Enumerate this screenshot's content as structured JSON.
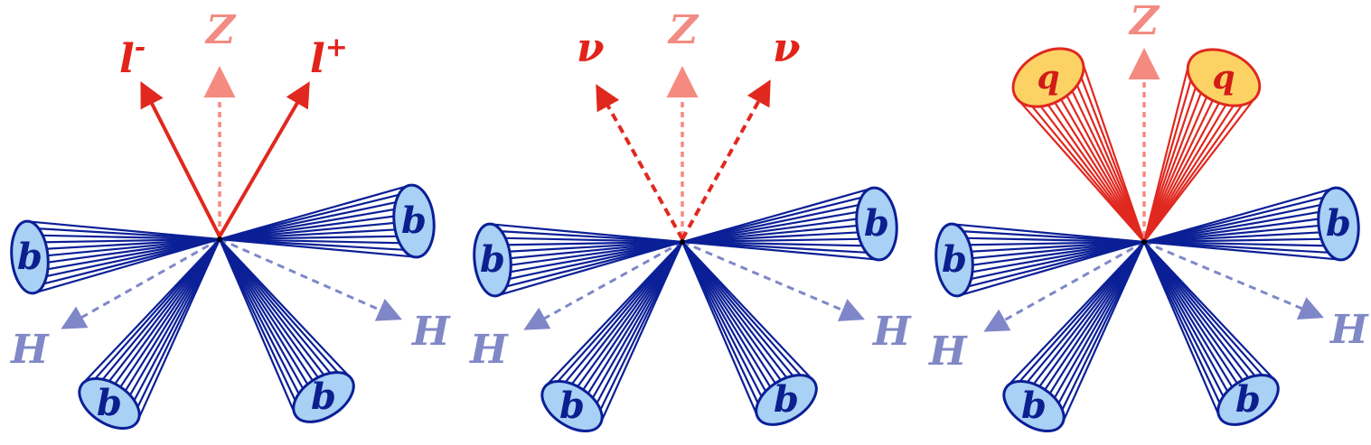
{
  "colors": {
    "bjet": "#0b1f96",
    "bjet_fill": "#a9d0f5",
    "z": "#f58a80",
    "higgs": "#7f87c8",
    "lepton": "#e0281f",
    "quark_fill": "#fcd265",
    "quark_text": "#d21c17"
  },
  "labels": {
    "z": "Z",
    "higgs": "H",
    "b": "b",
    "lepton_minus": "l",
    "lepton_minus_sign": "-",
    "lepton_plus": "l",
    "lepton_plus_sign": "+",
    "neutrino": "ν",
    "quark": "q"
  },
  "panels": [
    {
      "name": "llbbbb",
      "decay": "leptons",
      "left_label": "l-",
      "right_label": "l+"
    },
    {
      "name": "vvbbbb",
      "decay": "neutrinos",
      "left_label": "ν",
      "right_label": "ν"
    },
    {
      "name": "qqbbbb",
      "decay": "quarks",
      "left_label": "q",
      "right_label": "q"
    }
  ]
}
